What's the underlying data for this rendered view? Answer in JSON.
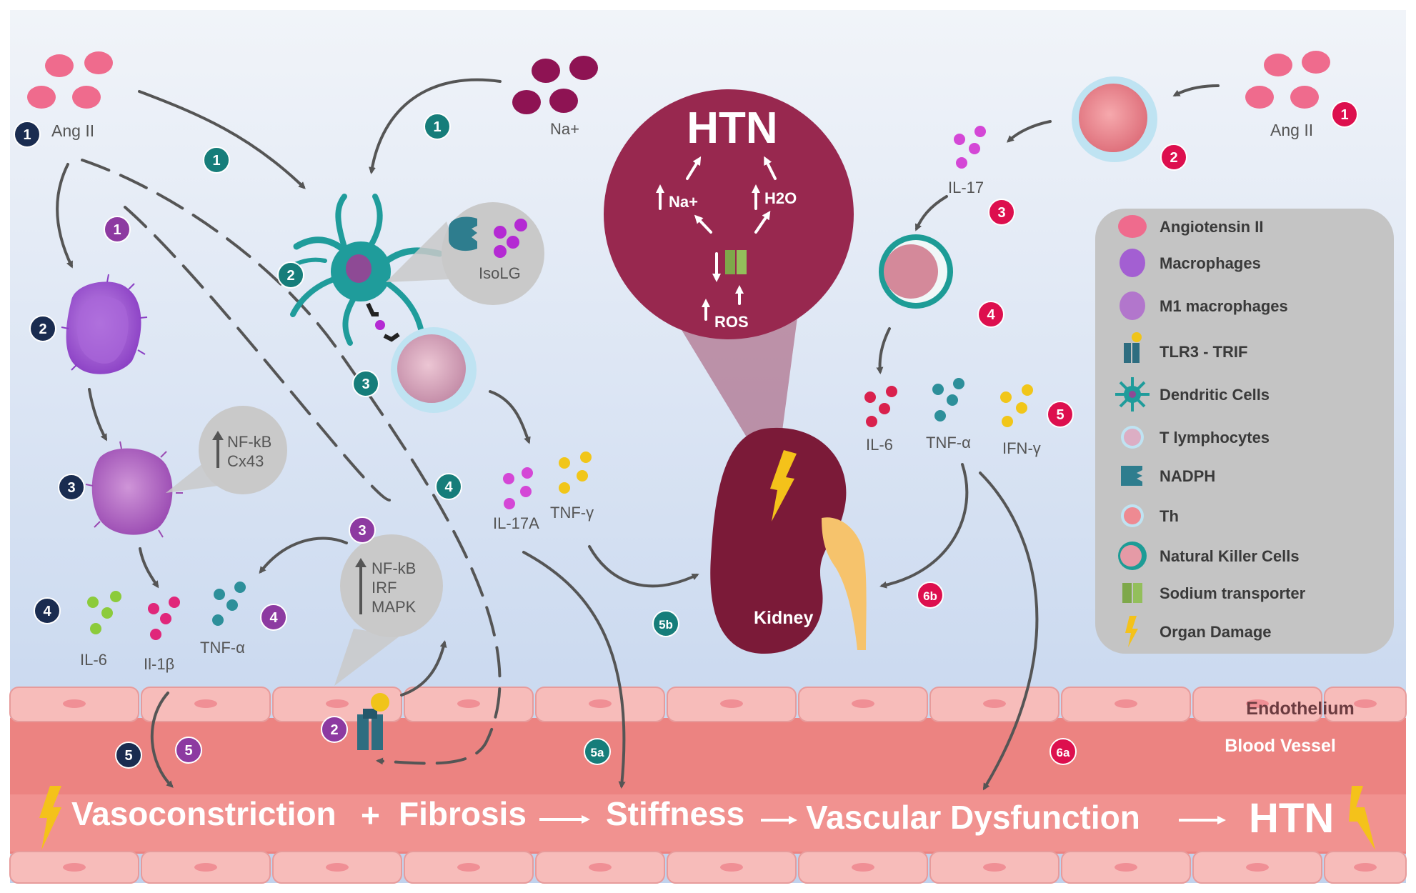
{
  "colors": {
    "background_top": "#eef2f8",
    "background_bottom": "#c3d4ee",
    "vessel": "#ee8583",
    "endothelium": "#f7bcba",
    "ang2": "#ef6b8d",
    "na": "#8e1353",
    "macrophage": "#a35fd2",
    "m1_macrophage": "#b276cc",
    "dendritic": "#1f9c9b",
    "t_cell": "#dcaec4",
    "th": "#ee8a92",
    "nk": "#e59aa6",
    "nk_ring": "#1d9c96",
    "kidney": "#7b1a38",
    "htn_circle": "#98284f",
    "badge_navy": "#1a2c50",
    "badge_purple": "#8d3aa1",
    "badge_teal": "#167d7a",
    "badge_red": "#dd0f4e",
    "il6_dot": "#8ccb3b",
    "il1b_dot": "#e0277a",
    "tnfa_dot": "#2d8f9a",
    "ifn_dot": "#f1c619",
    "il17_dot": "#d447d6",
    "il6_right_dot": "#d9214d",
    "arrow": "#555555",
    "tooltip": "#c9c9c9"
  },
  "labels": {
    "ang2_left": "Ang II",
    "ang2_right": "Ang II",
    "na": "Na+",
    "isolg": "IsoLG",
    "nfkb_cx43": [
      "NF-kB",
      "Cx43"
    ],
    "nfkb_irf_mapk": [
      "NF-kB",
      "IRF",
      "MAPK"
    ],
    "il6_left": "IL-6",
    "il1b": "Il-1β",
    "tnfa_left": "TNF-α",
    "il17a": "IL-17A",
    "tnfy": "TNF-γ",
    "il17": "IL-17",
    "il6_right": "IL-6",
    "tnfa_right": "TNF-α",
    "ifny": "IFN-γ",
    "kidney": "Kidney",
    "htn_circle": {
      "title": "HTN",
      "na": "Na+",
      "h2o": "H2O",
      "ros": "ROS"
    },
    "endothelium": "Endothelium",
    "blood_vessel": "Blood Vessel"
  },
  "banner": {
    "vasoconstriction": "Vasoconstriction",
    "plus": "+",
    "fibrosis": "Fibrosis",
    "stiffness": "Stiffness",
    "vascular_dysfunction": "Vascular Dysfunction",
    "htn": "HTN"
  },
  "badges": {
    "navy": [
      "1",
      "2",
      "3",
      "4",
      "5"
    ],
    "purple": [
      "1",
      "3",
      "4",
      "2",
      "5"
    ],
    "teal": [
      "1",
      "1",
      "2",
      "3",
      "4",
      "5a",
      "5b"
    ],
    "red": [
      "1",
      "2",
      "3",
      "4",
      "5",
      "6b",
      "6a"
    ]
  },
  "legend": {
    "items": [
      {
        "icon": "angiotensin-icon",
        "label": "Angiotensin  II"
      },
      {
        "icon": "macrophage-icon",
        "label": "Macrophages"
      },
      {
        "icon": "m1-macrophage-icon",
        "label": "M1 macrophages"
      },
      {
        "icon": "tlr3-trif-icon",
        "label": "TLR3 - TRIF"
      },
      {
        "icon": "dendritic-cell-icon",
        "label": "Dendritic Cells"
      },
      {
        "icon": "t-lymphocyte-icon",
        "label": "T lymphocytes"
      },
      {
        "icon": "nadph-icon",
        "label": "NADPH"
      },
      {
        "icon": "th-cell-icon",
        "label": "Th"
      },
      {
        "icon": "nk-cell-icon",
        "label": "Natural Killer Cells"
      },
      {
        "icon": "sodium-transporter-icon",
        "label": "Sodium transporter"
      },
      {
        "icon": "organ-damage-icon",
        "label": "Organ Damage"
      }
    ]
  }
}
